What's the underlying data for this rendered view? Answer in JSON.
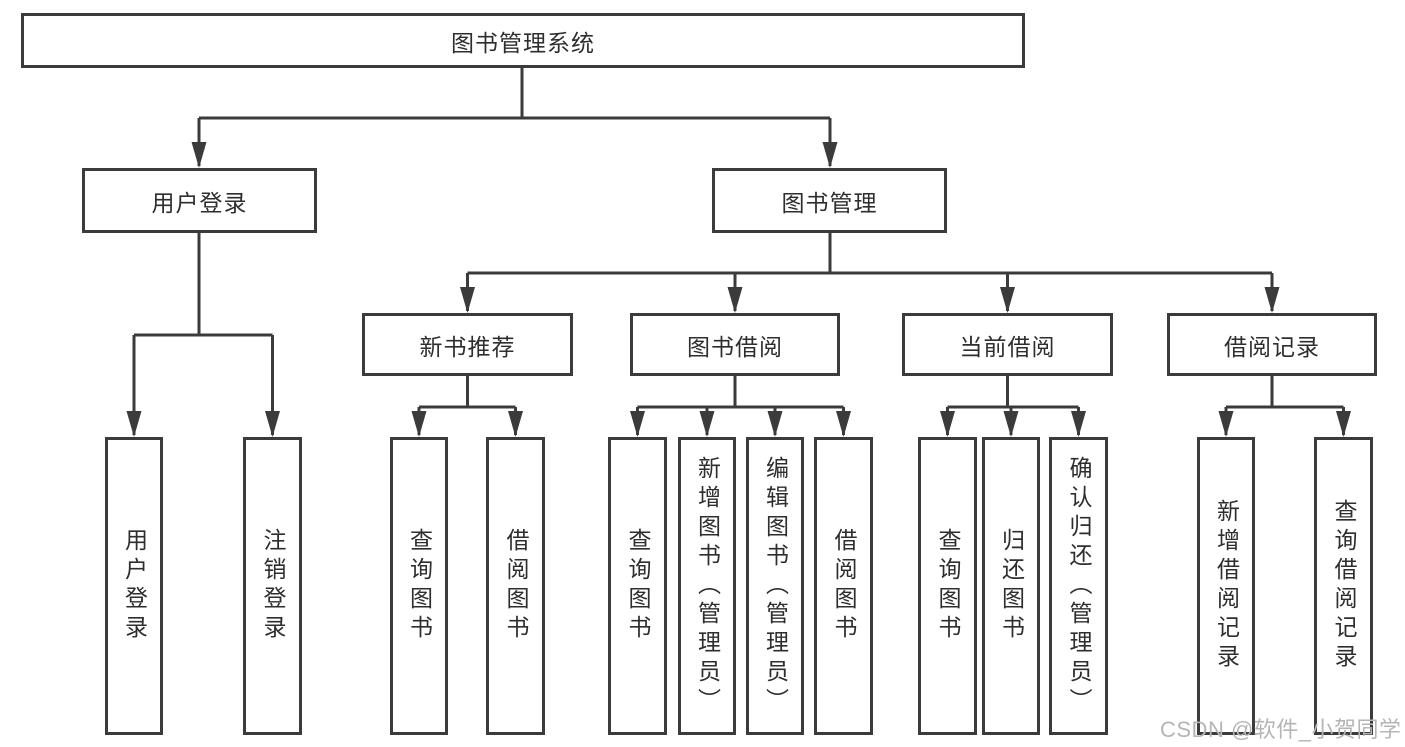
{
  "diagram": {
    "title": "图书管理系统",
    "branches": [
      {
        "label": "用户登录",
        "children": [
          {
            "label": "用户登录"
          },
          {
            "label": "注销登录"
          }
        ]
      },
      {
        "label": "图书管理",
        "children": [
          {
            "label": "新书推荐",
            "children": [
              {
                "label": "查询图书"
              },
              {
                "label": "借阅图书"
              }
            ]
          },
          {
            "label": "图书借阅",
            "children": [
              {
                "label": "查询图书"
              },
              {
                "label": "新增图书（管理员）"
              },
              {
                "label": "编辑图书（管理员）"
              },
              {
                "label": "借阅图书"
              }
            ]
          },
          {
            "label": "当前借阅",
            "children": [
              {
                "label": "查询图书"
              },
              {
                "label": "归还图书"
              },
              {
                "label": "确认归还（管理员）"
              }
            ]
          },
          {
            "label": "借阅记录",
            "children": [
              {
                "label": "新增借阅记录"
              },
              {
                "label": "查询借阅记录"
              }
            ]
          }
        ]
      }
    ],
    "watermark": "CSDN @软件_小贺同学",
    "colors": {
      "line": "#3b3b3b",
      "text": "#2e2e2e",
      "background": "#ffffff",
      "watermark": "#b5b5b5"
    }
  }
}
